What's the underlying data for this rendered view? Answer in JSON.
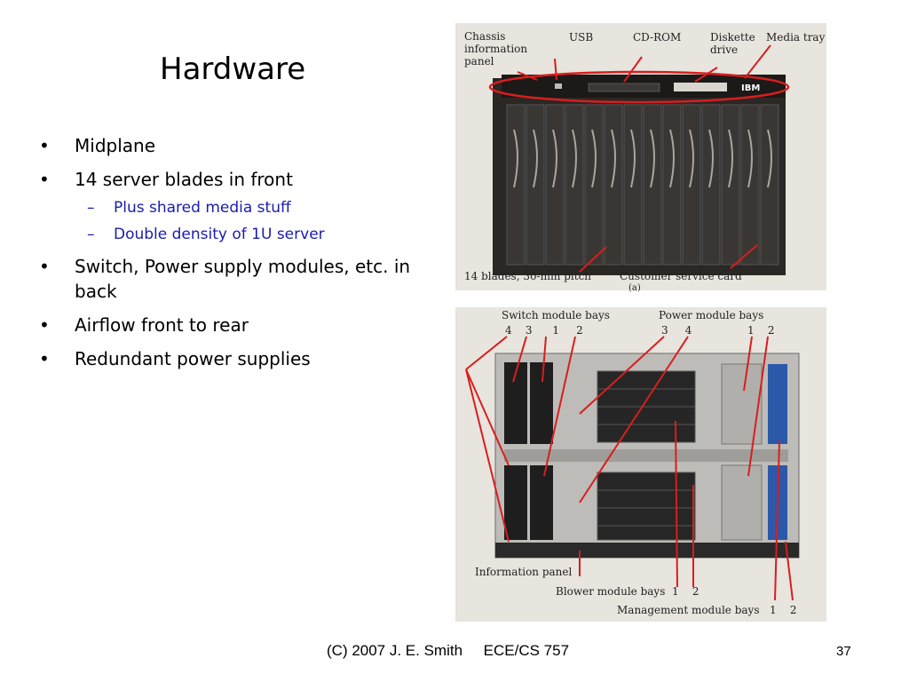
{
  "slide": {
    "title": "Hardware",
    "bullets": [
      {
        "text": "Midplane"
      },
      {
        "text": "14 server blades in front",
        "subs": [
          "Plus shared media stuff",
          "Double density of 1U server"
        ]
      },
      {
        "text": "Switch, Power supply modules, etc. in back"
      },
      {
        "text": "Airflow front to rear"
      },
      {
        "text": "Redundant power supplies"
      }
    ],
    "footer": {
      "center": "(C) 2007 J. E. Smith     ECE/CS 757",
      "page": "37"
    }
  },
  "front_figure": {
    "labels": {
      "chassis": "Chassis information panel",
      "usb": "USB",
      "cdrom": "CD-ROM",
      "diskette": "Diskette drive",
      "media_tray": "Media tray",
      "brand": "IBM",
      "blades": "14 blades, 30-mm pitch",
      "service_card": "Customer service card",
      "part": "(a)"
    }
  },
  "rear_figure": {
    "labels": {
      "switch_bays": "Switch module bays",
      "switch_numbers": "4    3      1     2",
      "power_bays": "Power module bays",
      "power_numbers_left": "3     4",
      "power_numbers_right": "1    2",
      "info_panel": "Information panel",
      "blower": "Blower module bays  1    2",
      "management": "Management module bays   1    2"
    }
  },
  "colors": {
    "accent_blue": "#1b1bb0",
    "arrow_red": "#d81e1e",
    "figure_bg": "#e8e4de"
  }
}
